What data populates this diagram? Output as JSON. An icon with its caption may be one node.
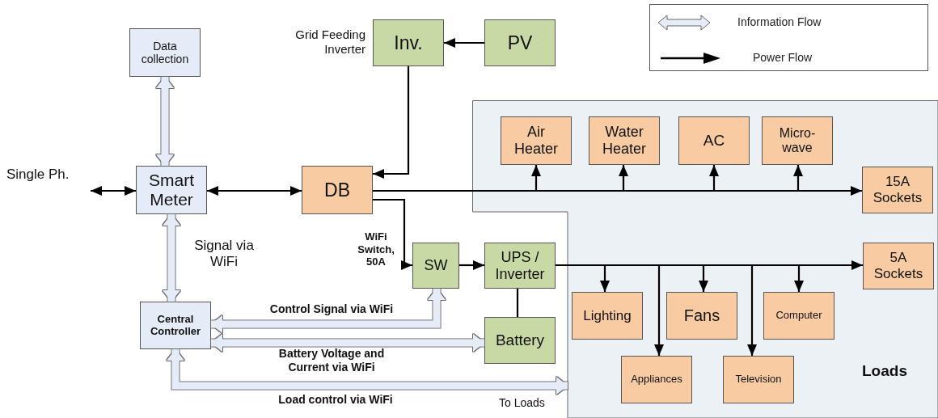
{
  "diagram": {
    "nodes": [
      {
        "text": [
          "Data collection"
        ]
      },
      {
        "text": [
          "Inv."
        ],
        "beside": [
          "Grid Feeding Inverter"
        ]
      },
      {
        "text": [
          "PV"
        ]
      },
      {
        "text": [
          "Single Ph."
        ]
      },
      {
        "text": [
          "Smart Meter"
        ]
      },
      {
        "text": [
          "DB"
        ]
      },
      {
        "text": [
          "Loads"
        ]
      },
      {
        "text": [
          "Air Heater"
        ],
        "in": 6
      },
      {
        "text": [
          "Water Heater"
        ],
        "in": 6
      },
      {
        "text": [
          "AC"
        ],
        "in": 6
      },
      {
        "text": [
          "Micro- wave"
        ],
        "in": 6
      },
      {
        "text": [
          "15A Sockets"
        ],
        "in": 6
      },
      {
        "text": [
          "5A Sockets"
        ],
        "in": 6
      },
      {
        "text": [
          "Lighting"
        ],
        "in": 6
      },
      {
        "text": [
          "Fans"
        ],
        "in": 6
      },
      {
        "text": [
          "Computer"
        ],
        "in": 6
      },
      {
        "text": [
          "Appliances"
        ],
        "in": 6
      },
      {
        "text": [
          "Television"
        ],
        "in": 6
      },
      {
        "text": [
          "SW"
        ],
        "beside": [
          "WiFi Switch, 50A"
        ]
      },
      {
        "text": [
          "UPS / Inverter"
        ]
      },
      {
        "text": [
          "Central Controller"
        ]
      },
      {
        "text": [
          "Battery"
        ]
      }
    ],
    "edges": [
      {
        "from": 3,
        "to": 4,
        "arrow": "both"
      },
      {
        "from": 4,
        "to": 5,
        "arrow": "both"
      },
      {
        "from": 2,
        "to": 1,
        "arrow": "to"
      },
      {
        "from": 1,
        "to": 5,
        "arrow": "to"
      },
      {
        "from": 5,
        "to": 11,
        "arrow": "to"
      },
      {
        "from": 5,
        "to": 7,
        "arrow": "to"
      },
      {
        "from": 5,
        "to": 8,
        "arrow": "to"
      },
      {
        "from": 5,
        "to": 9,
        "arrow": "to"
      },
      {
        "from": 5,
        "to": 10,
        "arrow": "to"
      },
      {
        "from": 5,
        "to": 18,
        "arrow": "to"
      },
      {
        "from": 18,
        "to": 19,
        "arrow": "to"
      },
      {
        "from": 19,
        "to": 21,
        "arrow": "none"
      },
      {
        "from": 19,
        "to": 12,
        "arrow": "to"
      },
      {
        "from": 19,
        "to": 13,
        "arrow": "to"
      },
      {
        "from": 19,
        "to": 16,
        "arrow": "to"
      },
      {
        "from": 19,
        "to": 14,
        "arrow": "to"
      },
      {
        "from": 19,
        "to": 17,
        "arrow": "to"
      },
      {
        "from": 19,
        "to": 15,
        "arrow": "to"
      },
      {
        "from": 0,
        "to": 4,
        "arrow": "both",
        "style": "thick",
        "color": "#e6ecf7"
      },
      {
        "from": 4,
        "to": 20,
        "arrow": "both",
        "style": "thick",
        "color": "#e6ecf7",
        "label": "Signal via WiFi"
      },
      {
        "from": 20,
        "to": 18,
        "arrow": "both",
        "style": "thick",
        "color": "#e6ecf7",
        "label": "Control Signal via WiFi"
      },
      {
        "from": 20,
        "to": 21,
        "arrow": "both",
        "style": "thick",
        "color": "#e6ecf7",
        "label": "Battery Voltage and Current via WiFi"
      },
      {
        "from": 20,
        "to": 6,
        "arrow": "both",
        "style": "thick",
        "color": "#e6ecf7",
        "label": "Load control via WiFi"
      }
    ],
    "labels": [
      "To Loads"
    ],
    "legend": [
      {
        "text": "Information Flow"
      },
      {
        "text": "Power Flow"
      }
    ]
  }
}
